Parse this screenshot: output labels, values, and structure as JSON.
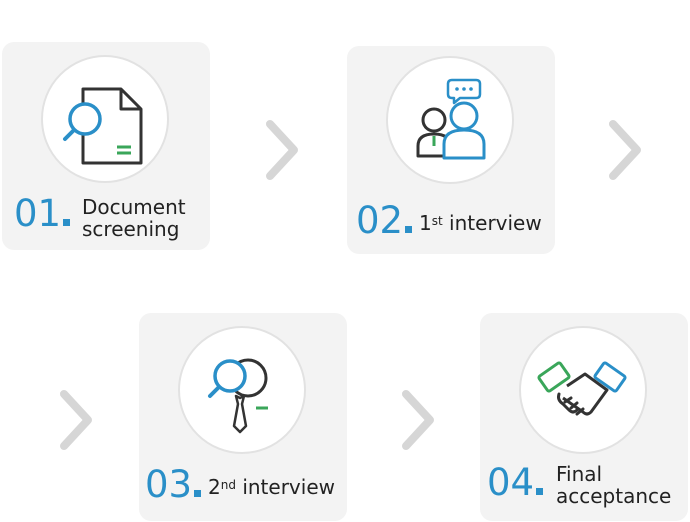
{
  "steps": [
    {
      "number": "01",
      "label_lines": [
        "Document",
        "screening"
      ],
      "icon": "document-search-icon"
    },
    {
      "number": "02",
      "label_pre": "1",
      "label_sup": "st",
      "label_post": " interview",
      "icon": "two-people-chat-icon"
    },
    {
      "number": "03",
      "label_pre": "2",
      "label_sup": "nd",
      "label_post": " interview",
      "icon": "magnifier-tie-icon"
    },
    {
      "number": "04",
      "label_lines": [
        "Final",
        "acceptance"
      ],
      "icon": "handshake-icon"
    }
  ],
  "colors": {
    "accent": "#2a8fc8",
    "green": "#3aa65a",
    "dark": "#333333",
    "card": "#f3f3f3",
    "arrow": "#d6d6d6"
  }
}
